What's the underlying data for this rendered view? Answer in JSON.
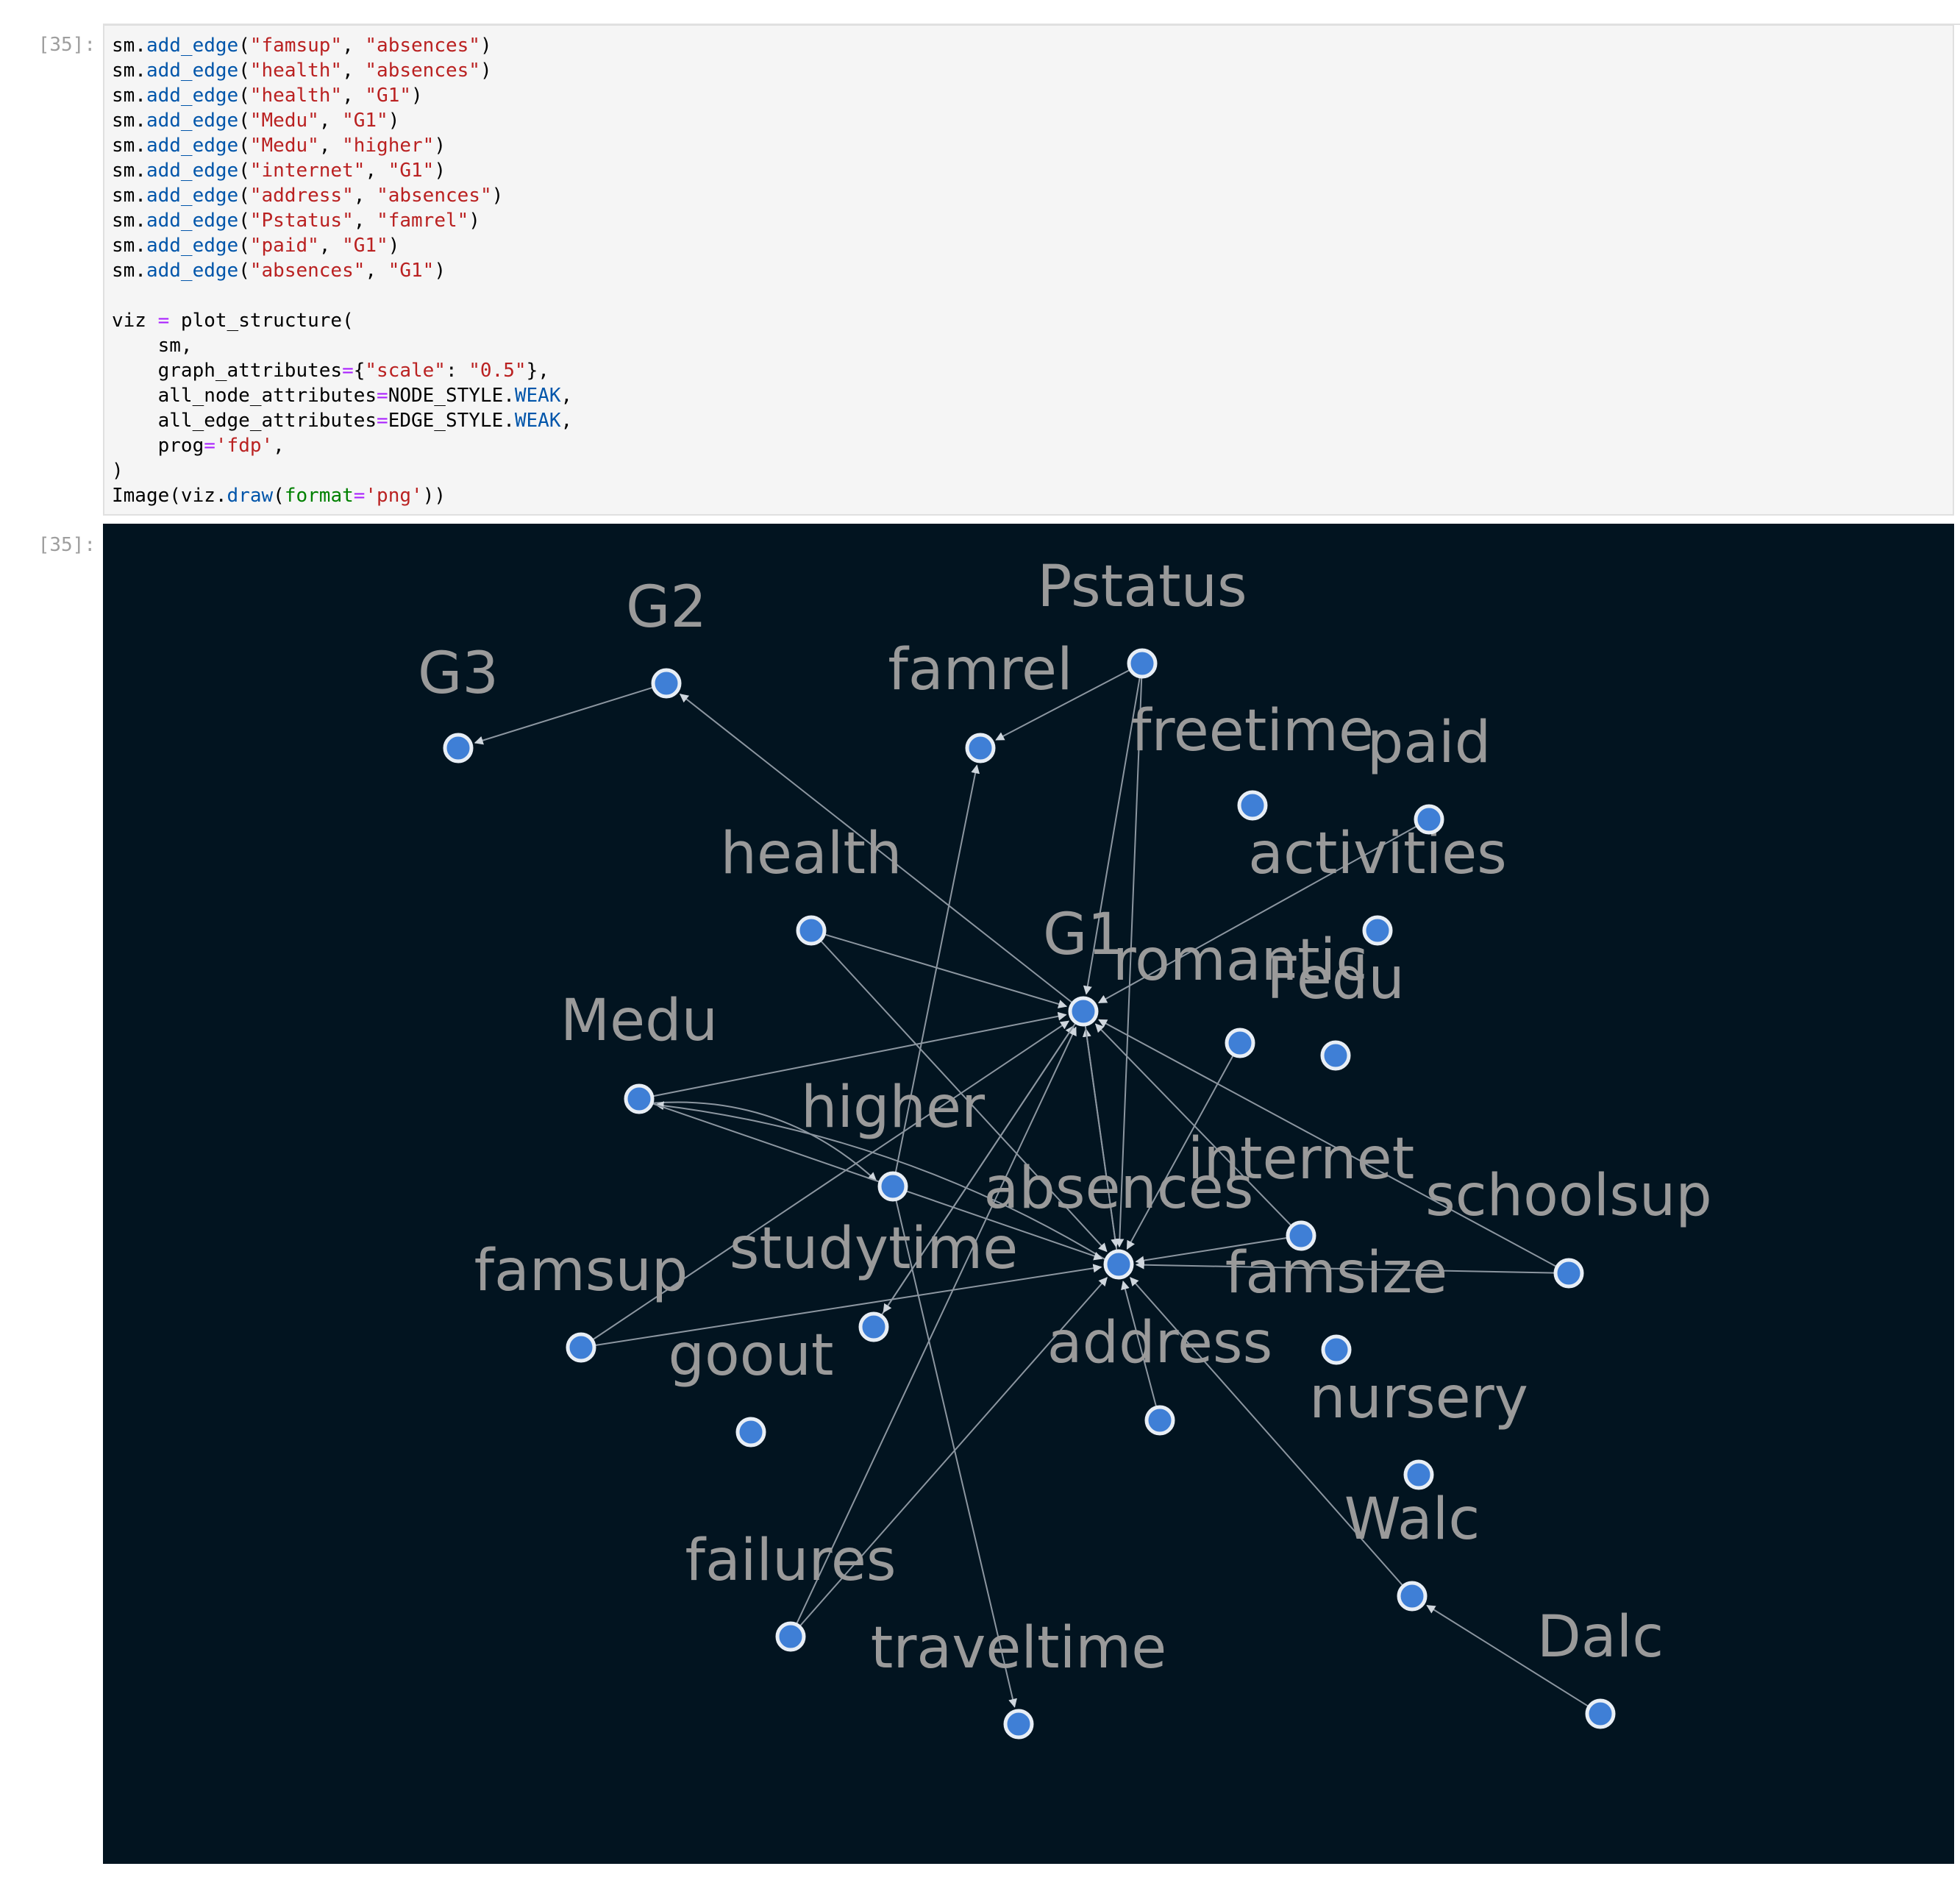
{
  "notebook": {
    "input_prompt": "[35]:",
    "output_prompt": "[35]:"
  },
  "code_cell": {
    "lines": [
      [
        {
          "t": "sm."
        },
        {
          "t": "add_edge",
          "c": "fn"
        },
        {
          "t": "("
        },
        {
          "t": "\"famsup\"",
          "c": "str"
        },
        {
          "t": ", "
        },
        {
          "t": "\"absences\"",
          "c": "str"
        },
        {
          "t": ")"
        }
      ],
      [
        {
          "t": "sm."
        },
        {
          "t": "add_edge",
          "c": "fn"
        },
        {
          "t": "("
        },
        {
          "t": "\"health\"",
          "c": "str"
        },
        {
          "t": ", "
        },
        {
          "t": "\"absences\"",
          "c": "str"
        },
        {
          "t": ")"
        }
      ],
      [
        {
          "t": "sm."
        },
        {
          "t": "add_edge",
          "c": "fn"
        },
        {
          "t": "("
        },
        {
          "t": "\"health\"",
          "c": "str"
        },
        {
          "t": ", "
        },
        {
          "t": "\"G1\"",
          "c": "str"
        },
        {
          "t": ")"
        }
      ],
      [
        {
          "t": "sm."
        },
        {
          "t": "add_edge",
          "c": "fn"
        },
        {
          "t": "("
        },
        {
          "t": "\"Medu\"",
          "c": "str"
        },
        {
          "t": ", "
        },
        {
          "t": "\"G1\"",
          "c": "str"
        },
        {
          "t": ")"
        }
      ],
      [
        {
          "t": "sm."
        },
        {
          "t": "add_edge",
          "c": "fn"
        },
        {
          "t": "("
        },
        {
          "t": "\"Medu\"",
          "c": "str"
        },
        {
          "t": ", "
        },
        {
          "t": "\"higher\"",
          "c": "str"
        },
        {
          "t": ")"
        }
      ],
      [
        {
          "t": "sm."
        },
        {
          "t": "add_edge",
          "c": "fn"
        },
        {
          "t": "("
        },
        {
          "t": "\"internet\"",
          "c": "str"
        },
        {
          "t": ", "
        },
        {
          "t": "\"G1\"",
          "c": "str"
        },
        {
          "t": ")"
        }
      ],
      [
        {
          "t": "sm."
        },
        {
          "t": "add_edge",
          "c": "fn"
        },
        {
          "t": "("
        },
        {
          "t": "\"address\"",
          "c": "str"
        },
        {
          "t": ", "
        },
        {
          "t": "\"absences\"",
          "c": "str"
        },
        {
          "t": ")"
        }
      ],
      [
        {
          "t": "sm."
        },
        {
          "t": "add_edge",
          "c": "fn"
        },
        {
          "t": "("
        },
        {
          "t": "\"Pstatus\"",
          "c": "str"
        },
        {
          "t": ", "
        },
        {
          "t": "\"famrel\"",
          "c": "str"
        },
        {
          "t": ")"
        }
      ],
      [
        {
          "t": "sm."
        },
        {
          "t": "add_edge",
          "c": "fn"
        },
        {
          "t": "("
        },
        {
          "t": "\"paid\"",
          "c": "str"
        },
        {
          "t": ", "
        },
        {
          "t": "\"G1\"",
          "c": "str"
        },
        {
          "t": ")"
        }
      ],
      [
        {
          "t": "sm."
        },
        {
          "t": "add_edge",
          "c": "fn"
        },
        {
          "t": "("
        },
        {
          "t": "\"absences\"",
          "c": "str"
        },
        {
          "t": ", "
        },
        {
          "t": "\"G1\"",
          "c": "str"
        },
        {
          "t": ")"
        }
      ],
      [],
      [
        {
          "t": "viz "
        },
        {
          "t": "=",
          "c": "op"
        },
        {
          "t": " plot_structure("
        }
      ],
      [
        {
          "t": "    sm,"
        }
      ],
      [
        {
          "t": "    graph_attributes"
        },
        {
          "t": "=",
          "c": "op"
        },
        {
          "t": "{"
        },
        {
          "t": "\"scale\"",
          "c": "str"
        },
        {
          "t": ": "
        },
        {
          "t": "\"0.5\"",
          "c": "str"
        },
        {
          "t": "},"
        }
      ],
      [
        {
          "t": "    all_node_attributes"
        },
        {
          "t": "=",
          "c": "op"
        },
        {
          "t": "NODE_STYLE."
        },
        {
          "t": "WEAK",
          "c": "kw"
        },
        {
          "t": ","
        }
      ],
      [
        {
          "t": "    all_edge_attributes"
        },
        {
          "t": "=",
          "c": "op"
        },
        {
          "t": "EDGE_STYLE."
        },
        {
          "t": "WEAK",
          "c": "kw"
        },
        {
          "t": ","
        }
      ],
      [
        {
          "t": "    prog"
        },
        {
          "t": "=",
          "c": "op"
        },
        {
          "t": "'fdp'",
          "c": "str"
        },
        {
          "t": ","
        }
      ],
      [
        {
          "t": ")"
        }
      ],
      [
        {
          "t": "Image(viz."
        },
        {
          "t": "draw",
          "c": "fn"
        },
        {
          "t": "("
        },
        {
          "t": "format",
          "c": "kwarg"
        },
        {
          "t": "=",
          "c": "op"
        },
        {
          "t": "'png'",
          "c": "str"
        },
        {
          "t": "))"
        }
      ]
    ]
  },
  "graph": {
    "colors": {
      "background": "#021420",
      "node_fill": "#3f7fd6",
      "node_ring": "#e8eef5",
      "edge": "#8c96a0",
      "label": "#9a9a9a"
    },
    "nodes": [
      {
        "id": "G2",
        "label": "G2"
      },
      {
        "id": "G3",
        "label": "G3"
      },
      {
        "id": "Pstatus",
        "label": "Pstatus"
      },
      {
        "id": "famrel",
        "label": "famrel"
      },
      {
        "id": "freetime",
        "label": "freetime"
      },
      {
        "id": "paid",
        "label": "paid"
      },
      {
        "id": "activities",
        "label": "activities"
      },
      {
        "id": "health",
        "label": "health"
      },
      {
        "id": "G1",
        "label": "G1"
      },
      {
        "id": "romantic",
        "label": "romantic"
      },
      {
        "id": "Fedu",
        "label": "Fedu"
      },
      {
        "id": "Medu",
        "label": "Medu"
      },
      {
        "id": "higher",
        "label": "higher"
      },
      {
        "id": "absences",
        "label": "absences"
      },
      {
        "id": "internet",
        "label": "internet"
      },
      {
        "id": "schoolsup",
        "label": "schoolsup"
      },
      {
        "id": "famsup",
        "label": "famsup"
      },
      {
        "id": "studytime",
        "label": "studytime"
      },
      {
        "id": "famsize",
        "label": "famsize"
      },
      {
        "id": "goout",
        "label": "goout"
      },
      {
        "id": "address",
        "label": "address"
      },
      {
        "id": "nursery",
        "label": "nursery"
      },
      {
        "id": "Walc",
        "label": "Walc"
      },
      {
        "id": "failures",
        "label": "failures"
      },
      {
        "id": "traveltime",
        "label": "traveltime"
      },
      {
        "id": "Dalc",
        "label": "Dalc"
      }
    ],
    "edges": [
      {
        "from": "G2",
        "to": "G3"
      },
      {
        "from": "G1",
        "to": "G2"
      },
      {
        "from": "Pstatus",
        "to": "famrel"
      },
      {
        "from": "Pstatus",
        "to": "G1"
      },
      {
        "from": "Pstatus",
        "to": "absences"
      },
      {
        "from": "paid",
        "to": "G1"
      },
      {
        "from": "health",
        "to": "G1"
      },
      {
        "from": "health",
        "to": "absences"
      },
      {
        "from": "Medu",
        "to": "G1"
      },
      {
        "from": "Medu",
        "to": "higher",
        "curved": true
      },
      {
        "from": "absences",
        "to": "Medu",
        "curved": true
      },
      {
        "from": "Medu",
        "to": "absences"
      },
      {
        "from": "higher",
        "to": "famrel"
      },
      {
        "from": "higher",
        "to": "traveltime"
      },
      {
        "from": "famsup",
        "to": "G1"
      },
      {
        "from": "famsup",
        "to": "absences"
      },
      {
        "from": "studytime",
        "to": "G1"
      },
      {
        "from": "failures",
        "to": "G1"
      },
      {
        "from": "failures",
        "to": "absences"
      },
      {
        "from": "internet",
        "to": "G1"
      },
      {
        "from": "internet",
        "to": "absences"
      },
      {
        "from": "schoolsup",
        "to": "G1"
      },
      {
        "from": "schoolsup",
        "to": "absences"
      },
      {
        "from": "romantic",
        "to": "absences"
      },
      {
        "from": "address",
        "to": "absences"
      },
      {
        "from": "Walc",
        "to": "absences"
      },
      {
        "from": "Dalc",
        "to": "Walc"
      },
      {
        "from": "absences",
        "to": "G1"
      },
      {
        "from": "G1",
        "to": "absences"
      },
      {
        "from": "G1",
        "to": "studytime"
      }
    ]
  }
}
